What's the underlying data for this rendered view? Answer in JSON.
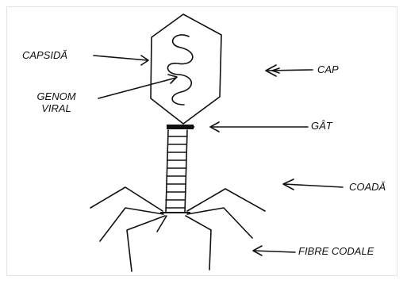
{
  "labels": {
    "capsida": "CAPSIDĂ",
    "genom_line1": "GENOM",
    "genom_line2": "VIRAL",
    "cap": "CAP",
    "gat": "GÂT",
    "coada": "COADĂ",
    "fibre": "FIBRE CODALE"
  },
  "colors": {
    "ink": "#111111",
    "background": "#ffffff"
  }
}
